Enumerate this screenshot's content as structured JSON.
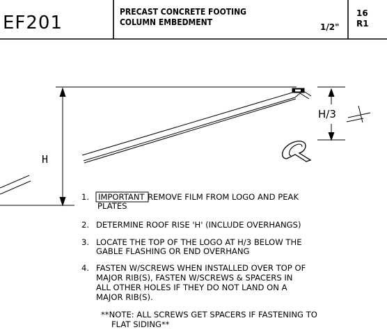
{
  "title_block": {
    "code": "EF201",
    "title_line1": "PRECAST CONCRETE FOOTING",
    "title_line2": "COLUMN EMBEDMENT",
    "scale": "1/2\"",
    "sheet_line1": "16",
    "sheet_line2": "R1"
  },
  "drawing": {
    "dim_h3": "H/3",
    "dim_h": "H"
  },
  "notes": [
    {
      "num": "1.",
      "boxed": "IMPORTANT",
      "lines": [
        " REMOVE FILM FROM LOGO AND PEAK",
        "PLATES"
      ]
    },
    {
      "num": "2.",
      "lines": [
        "DETERMINE ROOF RISE 'H' (INCLUDE OVERHANGS)"
      ]
    },
    {
      "num": "3.",
      "lines": [
        "LOCATE THE TOP OF THE LOGO AT H/3 BELOW THE",
        "GABLE FLASHING OR END OVERHANG"
      ]
    },
    {
      "num": "4.",
      "lines": [
        "FASTEN W/SCREWS WHEN INSTALLED OVER TOP OF",
        "MAJOR RIB(S), FASTEN W/SCREWS & SPACERS IN",
        "ALL OTHER HOLES IF THEY DO NOT LAND ON A",
        "MAJOR RIB(S)."
      ]
    }
  ],
  "footnote": [
    "**NOTE: ALL SCREWS GET SPACERS IF FASTENING TO",
    "FLAT SIDING**"
  ]
}
